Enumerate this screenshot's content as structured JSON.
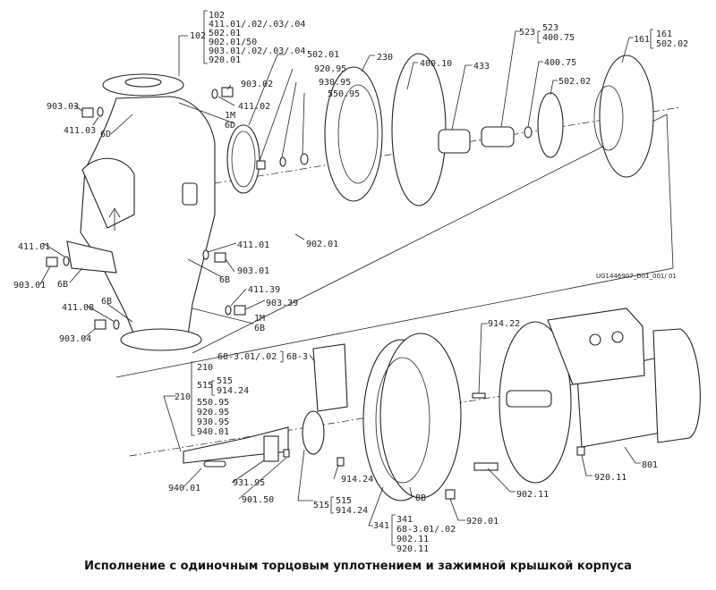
{
  "caption": "Исполнение с одиночным торцовым уплотнением и зажимной крышкой корпуса",
  "drawing_code": "UG1446907_D01_001/ 01",
  "labels": {
    "casing": "102",
    "casing_kit": [
      "102",
      "411.01/.02/.03/.04",
      "502.01",
      "902.01/50",
      "903.01/.02/.03/.04",
      "920.01"
    ],
    "p903_03": "903.03",
    "p411_03": "411.03",
    "p6d_a": "6D",
    "p903_02": "903.02",
    "p411_02": "411.02",
    "p1m_a": "1M",
    "p6d_b": "6D",
    "p502_01": "502.01",
    "p920_95": "920.95",
    "p930_95": "930.95",
    "p550_95": "550.95",
    "p230": "230",
    "p400_10": "400.10",
    "p433": "433",
    "p523": "523",
    "p523_kit": [
      "523",
      "400.75"
    ],
    "p400_75": "400.75",
    "p502_02": "502.02",
    "p161": "161",
    "p161_kit": [
      "161",
      "502.02"
    ],
    "p411_01_l": "411.01",
    "p903_01_l": "903.01",
    "p6b_l": "6B",
    "p902_01": "902.01",
    "p411_01_r": "411.01",
    "p6b_r": "6B",
    "p903_01_r": "903.01",
    "p411_39": "411.39",
    "p903_39": "903.39",
    "p1m_b": "1M",
    "p6b_b": "6B",
    "p411_08": "411.08",
    "p6b_c": "6B",
    "p903_04": "903.04",
    "p68_3_kit": "68-3.01/.02",
    "p68_3": "68-3",
    "p210": "210",
    "p210_kit": [
      "210",
      "515",
      "550.95",
      "920.95",
      "930.95",
      "940.01"
    ],
    "p210_sub": [
      "515",
      "914.24"
    ],
    "p940_01": "940.01",
    "p931_95": "931.95",
    "p901_50": "901.50",
    "p914_24": "914.24",
    "p515": "515",
    "p515_kit": [
      "515",
      "914.24"
    ],
    "p341": "341",
    "p341_kit": [
      "341",
      "68-3.01/.02",
      "902.11",
      "920.11"
    ],
    "p8b": "8B",
    "p920_01": "920.01",
    "p902_11": "902.11",
    "p914_22": "914.22",
    "p920_11": "920.11",
    "p801": "801"
  }
}
